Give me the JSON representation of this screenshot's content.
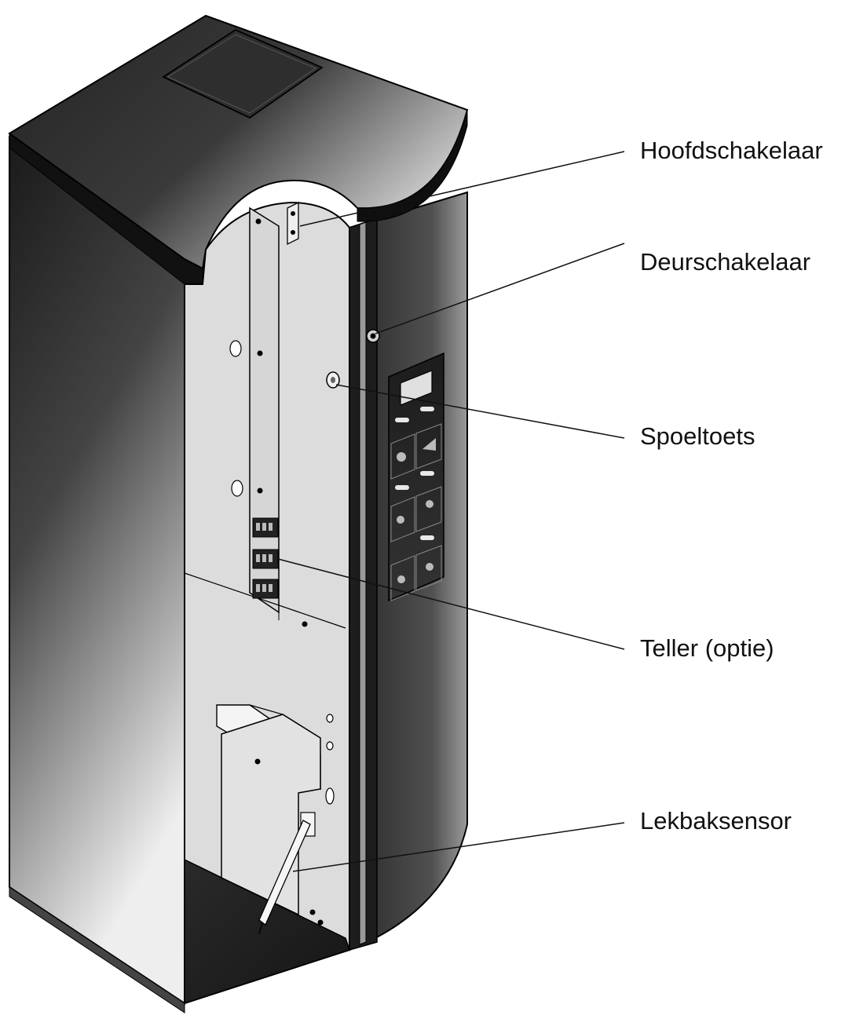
{
  "labels": {
    "main_switch": "Hoofdschakelaar",
    "door_switch": "Deurschakelaar",
    "rinse_button": "Spoeltoets",
    "counter": "Teller (optie)",
    "drip_tray_sensor": "Lekbaksensor"
  },
  "colors": {
    "cabinet_dark": "#1c1c1c",
    "cabinet_light": "#e6e6e6",
    "interior_panel": "#dcdcdc",
    "line": "#111111"
  },
  "icons": {
    "main_switch": "toggle-switch-icon",
    "door_switch": "round-switch-icon",
    "rinse_button": "push-button-icon",
    "counter": "digital-counter-icon",
    "drip_tray_sensor": "probe-sensor-icon"
  }
}
